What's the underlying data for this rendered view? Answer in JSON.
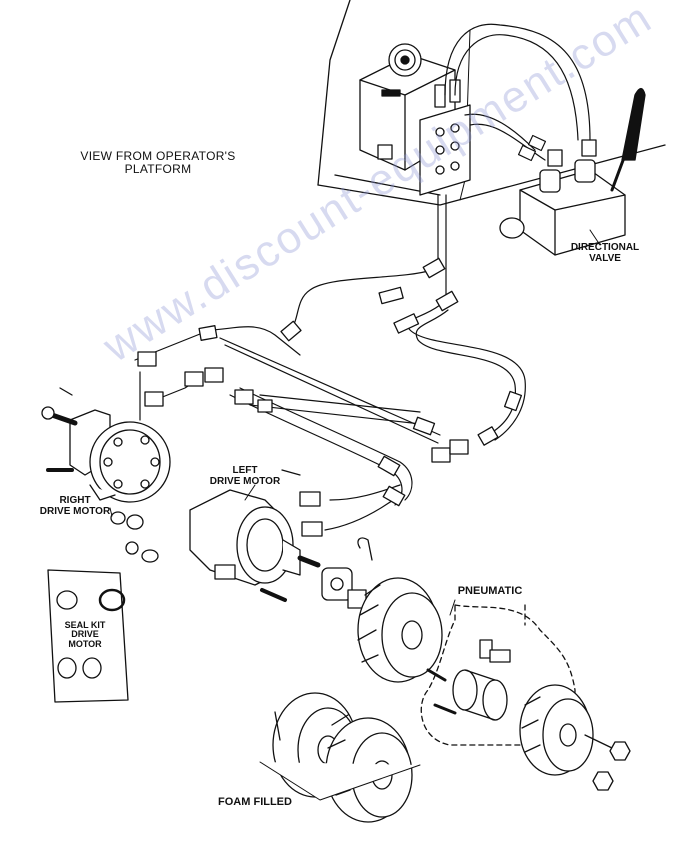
{
  "labels": {
    "view_line1": "VIEW FROM OPERATOR'S",
    "view_line2": "PLATFORM",
    "directional_line1": "DIRECTIONAL",
    "directional_line2": "VALVE",
    "left_motor_line1": "LEFT",
    "left_motor_line2": "DRIVE MOTOR",
    "right_motor_line1": "RIGHT",
    "right_motor_line2": "DRIVE MOTOR",
    "seal_kit_line1": "SEAL KIT",
    "seal_kit_line2": "DRIVE",
    "seal_kit_line3": "MOTOR",
    "pneumatic": "PNEUMATIC",
    "foam_filled": "FOAM FILLED"
  },
  "watermark": "www.discount-equipment.com",
  "colors": {
    "line": "#111111",
    "watermark": "#8f97d6",
    "background": "#ffffff"
  }
}
